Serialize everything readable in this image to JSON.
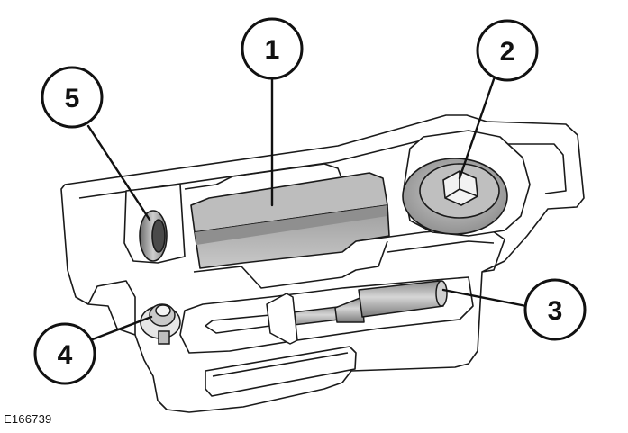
{
  "figure": {
    "id": "E166739"
  },
  "callouts": [
    {
      "label": "1",
      "part": "storage-tray-lid"
    },
    {
      "label": "2",
      "part": "wheel-nut-socket"
    },
    {
      "label": "3",
      "part": "jack-handle-extension"
    },
    {
      "label": "4",
      "part": "towing-eye-fastener"
    },
    {
      "label": "5",
      "part": "locking-wheel-nut-adapter"
    }
  ],
  "colors": {
    "line": "#1a1a1a",
    "tray_fill": "#ffffff",
    "shade_light": "#d4d4d4",
    "shade_mid": "#a9a9a9",
    "shade_dark": "#6e6e6e"
  }
}
